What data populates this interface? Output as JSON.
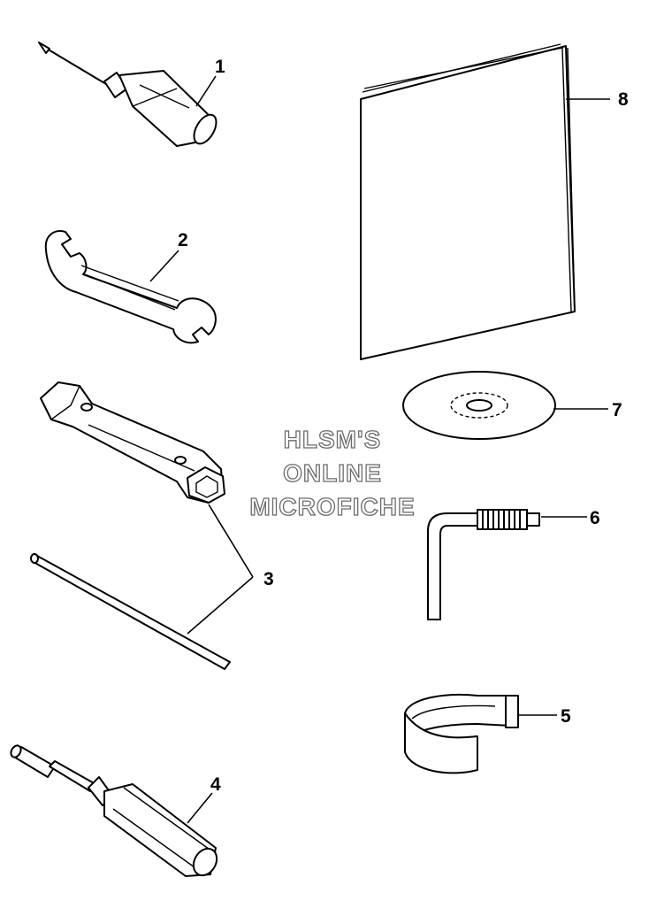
{
  "parts": [
    {
      "key": "part-1",
      "callout": "1"
    },
    {
      "key": "part-2",
      "callout": "2"
    },
    {
      "key": "part-3",
      "callout": "3"
    },
    {
      "key": "part-4",
      "callout": "4"
    },
    {
      "key": "part-5",
      "callout": "5"
    },
    {
      "key": "part-6",
      "callout": "6"
    },
    {
      "key": "part-7",
      "callout": "7"
    },
    {
      "key": "part-8",
      "callout": "8"
    }
  ],
  "watermark": {
    "line1": "HLSM'S",
    "line2": "ONLINE",
    "line3": "MICROFICHE",
    "color": "#6b6b6b"
  }
}
